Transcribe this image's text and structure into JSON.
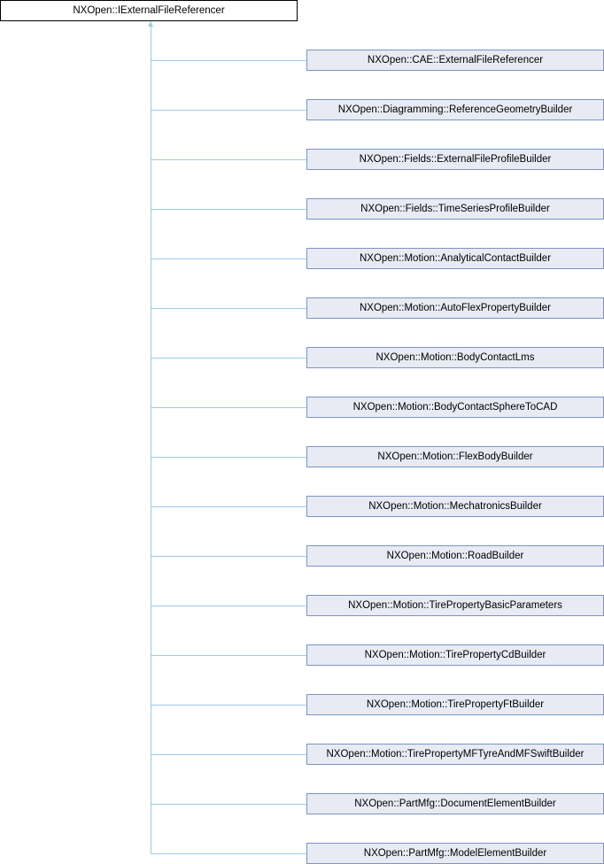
{
  "diagram": {
    "base_class": "NXOpen::IExternalFileReferencer",
    "derived_classes": [
      "NXOpen::CAE::ExternalFileReferencer",
      "NXOpen::Diagramming::ReferenceGeometryBuilder",
      "NXOpen::Fields::ExternalFileProfileBuilder",
      "NXOpen::Fields::TimeSeriesProfileBuilder",
      "NXOpen::Motion::AnalyticalContactBuilder",
      "NXOpen::Motion::AutoFlexPropertyBuilder",
      "NXOpen::Motion::BodyContactLms",
      "NXOpen::Motion::BodyContactSphereToCAD",
      "NXOpen::Motion::FlexBodyBuilder",
      "NXOpen::Motion::MechatronicsBuilder",
      "NXOpen::Motion::RoadBuilder",
      "NXOpen::Motion::TirePropertyBasicParameters",
      "NXOpen::Motion::TirePropertyCdBuilder",
      "NXOpen::Motion::TirePropertyFtBuilder",
      "NXOpen::Motion::TirePropertyMFTyreAndMFSwiftBuilder",
      "NXOpen::PartMfg::DocumentElementBuilder",
      "NXOpen::PartMfg::ModelElementBuilder"
    ],
    "colors": {
      "node_fill": "#e8ebf4",
      "node_border": "#7b93c6",
      "edge": "#9ccbe9"
    }
  }
}
